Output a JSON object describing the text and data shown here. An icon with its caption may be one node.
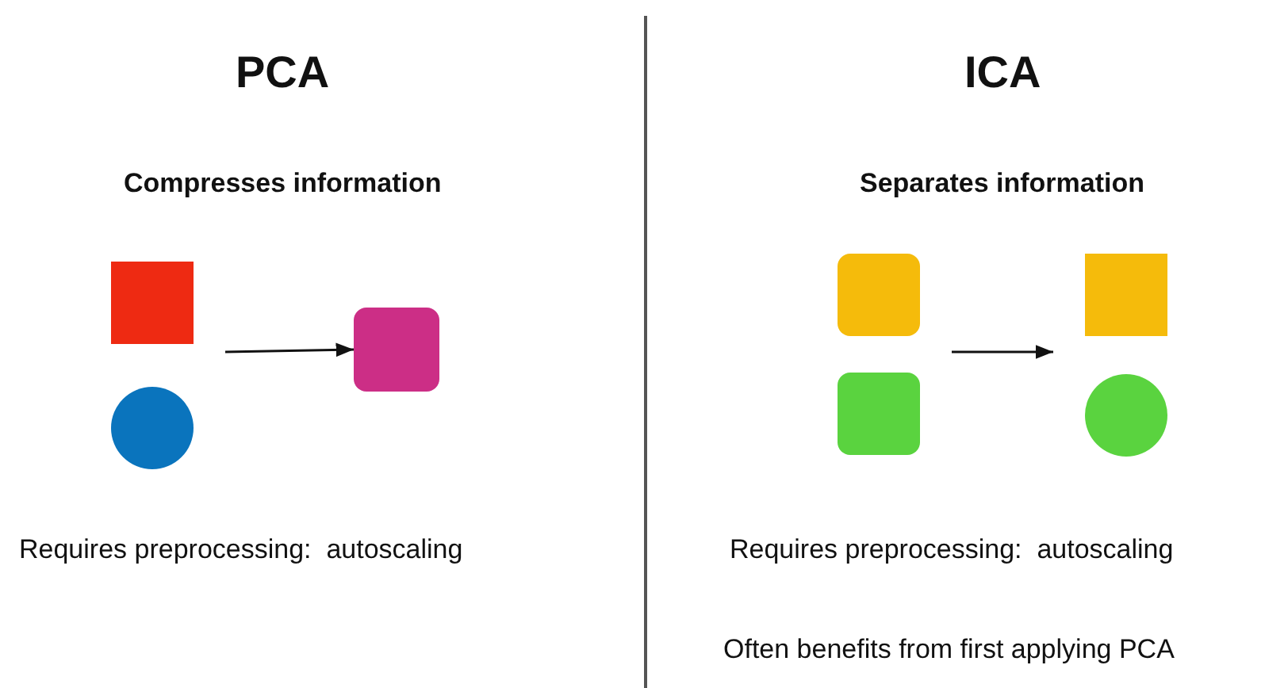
{
  "diagram": {
    "nodes": [
      {
        "text": [],
        "shape": "box"
      },
      {
        "text": [],
        "shape": "circle"
      },
      {
        "text": [],
        "shape": "box"
      },
      {
        "text": [],
        "shape": "box"
      },
      {
        "text": [],
        "shape": "box"
      },
      {
        "text": [],
        "shape": "box"
      },
      {
        "text": [],
        "shape": "circle"
      }
    ],
    "edges": [
      {
        "from": null,
        "to": 2,
        "arrow": "to"
      }
    ],
    "labels": [
      "PCA",
      "ICA",
      "Compresses information",
      "Separates information",
      "Requires preprocessing:  autoscaling",
      "Requires preprocessing:  autoscaling",
      "Often benefits from first applying PCA"
    ]
  }
}
